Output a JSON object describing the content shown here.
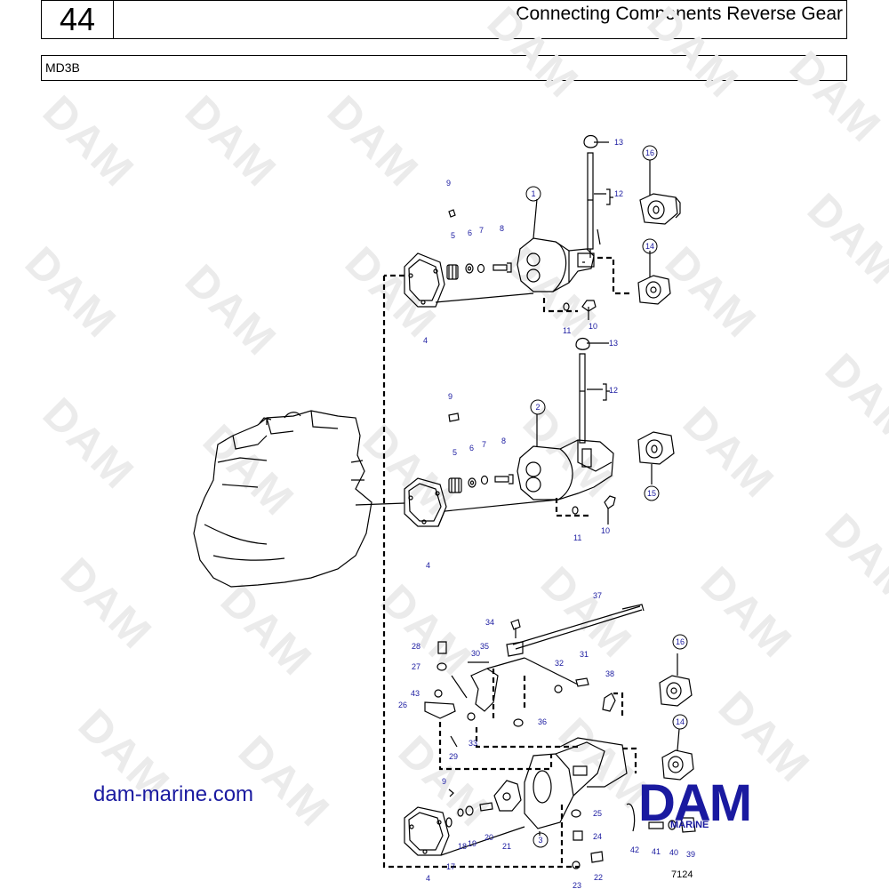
{
  "header": {
    "page_number": "44",
    "title": "Connecting Components Reverse Gear"
  },
  "model": "MD3B",
  "watermark": "DAM",
  "website": "dam-marine.com",
  "logo": {
    "main": "DAM",
    "sub": "MARINE",
    "color": "#1a1aa0"
  },
  "figure_number": "7124",
  "callouts": {
    "c1": "1",
    "c2": "2",
    "c3": "3",
    "c14a": "14",
    "c14b": "14",
    "c15": "15",
    "c16a": "16",
    "c16b": "16"
  },
  "labels": {
    "a13": "13",
    "a12": "12",
    "a9": "9",
    "a5": "5",
    "a6": "6",
    "a7": "7",
    "a8": "8",
    "a4": "4",
    "a11": "11",
    "a10": "10",
    "b13": "13",
    "b12": "12",
    "b9": "9",
    "b5": "5",
    "b6": "6",
    "b7": "7",
    "b8": "8",
    "b4": "4",
    "b11": "11",
    "b10": "10",
    "c37": "37",
    "c34": "34",
    "c35": "35",
    "c28": "28",
    "c27": "27",
    "c30": "30",
    "c32": "32",
    "c31": "31",
    "c38": "38",
    "c43": "43",
    "c26": "26",
    "c36": "36",
    "c33": "33",
    "c29": "29",
    "c9": "9",
    "c25": "25",
    "c24": "24",
    "c18": "18",
    "c19": "19",
    "c20": "20",
    "c21": "21",
    "c17": "17",
    "c4": "4",
    "c23": "23",
    "c22": "22",
    "c42": "42",
    "c41": "41",
    "c40": "40",
    "c39": "39"
  }
}
